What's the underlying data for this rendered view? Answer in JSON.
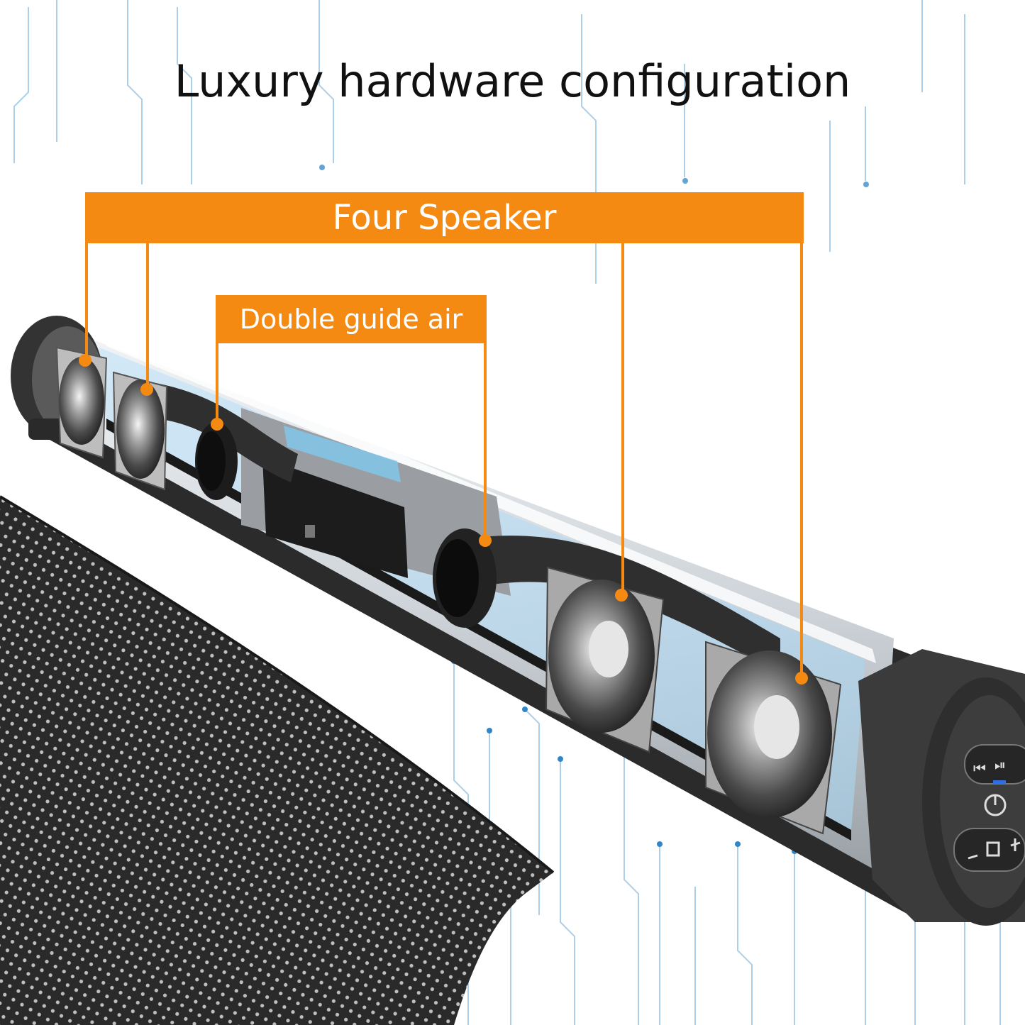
{
  "headline": "Luxury hardware configuration",
  "labels": {
    "four_speaker": "Four Speaker",
    "double_guide_air": "Double guide air"
  },
  "colors": {
    "accent_orange": "#f58a12",
    "circuit_blue": "#3a8fd0",
    "text_dark": "#111111",
    "speaker_body": "#3a3a3a",
    "grille": "#2b2b2b"
  },
  "icons": [
    "prev-icon",
    "play-pause-icon",
    "next-icon",
    "power-icon",
    "source-icon",
    "volume-down-icon",
    "volume-up-icon"
  ]
}
